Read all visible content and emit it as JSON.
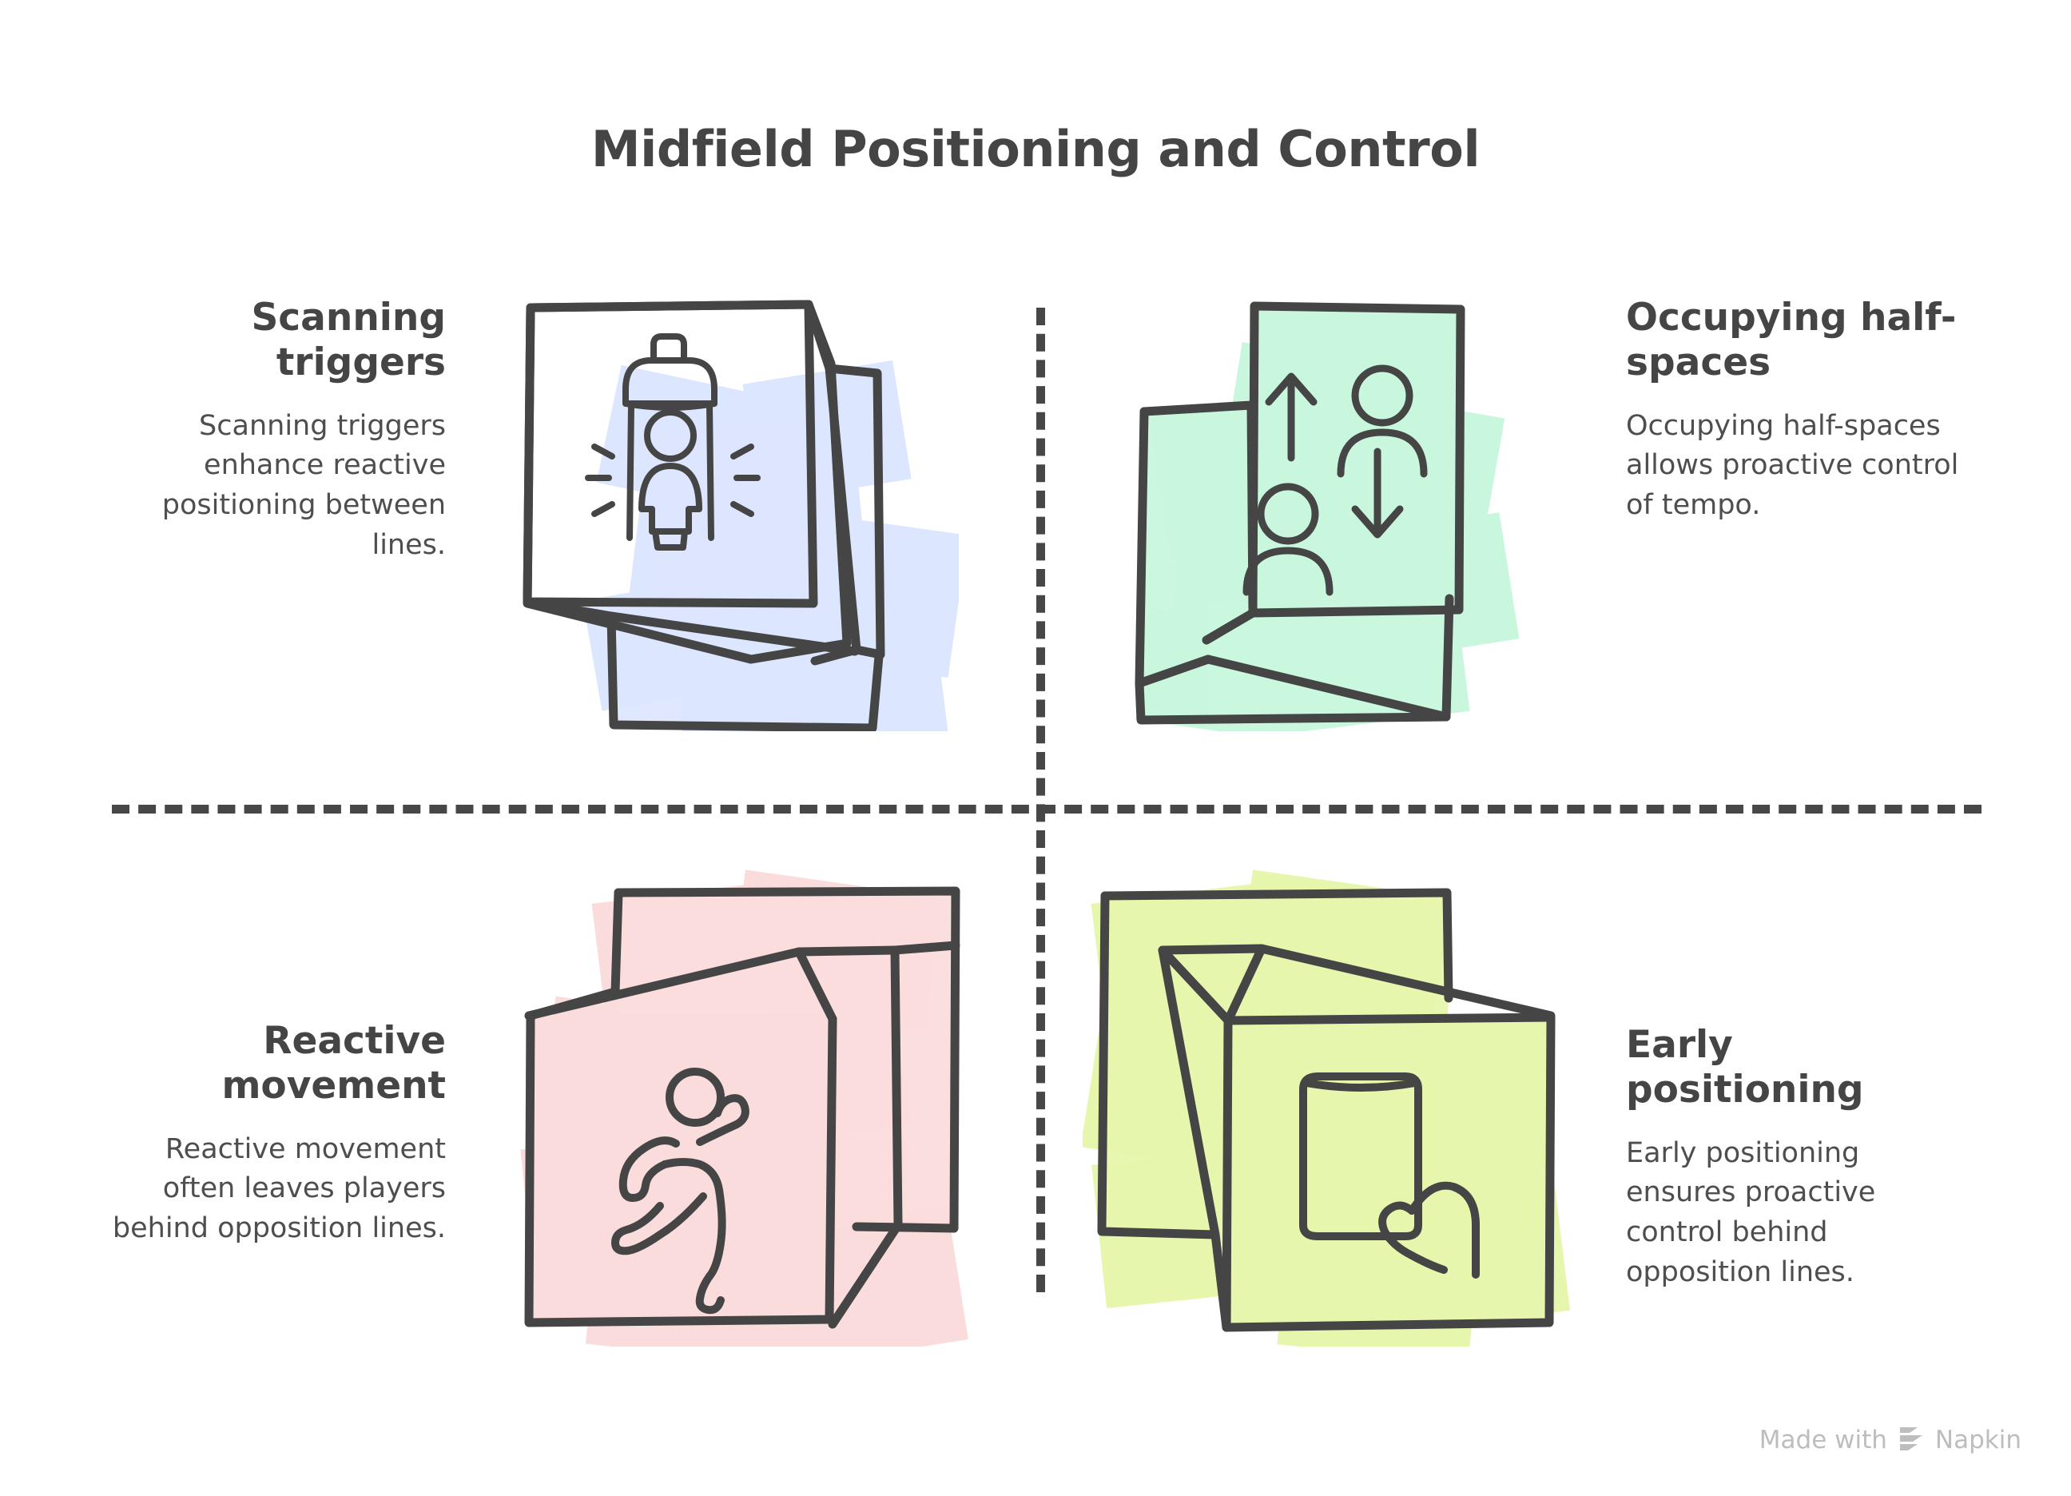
{
  "page": {
    "title": "Midfield Positioning and Control",
    "background_color": "#ffffff",
    "text_color": "#4a4a4a",
    "divider_color": "#474747"
  },
  "quadrants": [
    {
      "id": "top-left",
      "heading": "Scanning triggers",
      "body": "Scanning triggers enhance reactive positioning between lines.",
      "align": "right",
      "accent_color": "#dce6fe",
      "icon_name": "person-in-scanner-gate-icon"
    },
    {
      "id": "top-right",
      "heading": "Occupying half-spaces",
      "body": "Occupying half-spaces allows proactive control of tempo.",
      "align": "left",
      "accent_color": "#c9f7dd",
      "icon_name": "two-people-with-up-and-down-arrows-icon"
    },
    {
      "id": "bottom-left",
      "heading": "Reactive movement",
      "body": "Reactive movement often leaves players behind opposition lines.",
      "align": "right",
      "accent_color": "#fbdcdc",
      "icon_name": "running-person-icon"
    },
    {
      "id": "bottom-right",
      "heading": "Early positioning",
      "body": "Early positioning ensures proactive control behind opposition lines.",
      "align": "left",
      "accent_color": "#e6f7ad",
      "icon_name": "hand-tapping-card-icon"
    }
  ],
  "footer": {
    "made_with_label": "Made with",
    "brand_label": "Napkin",
    "logo_name": "napkin-logo-icon",
    "color": "#bdbdbd"
  }
}
